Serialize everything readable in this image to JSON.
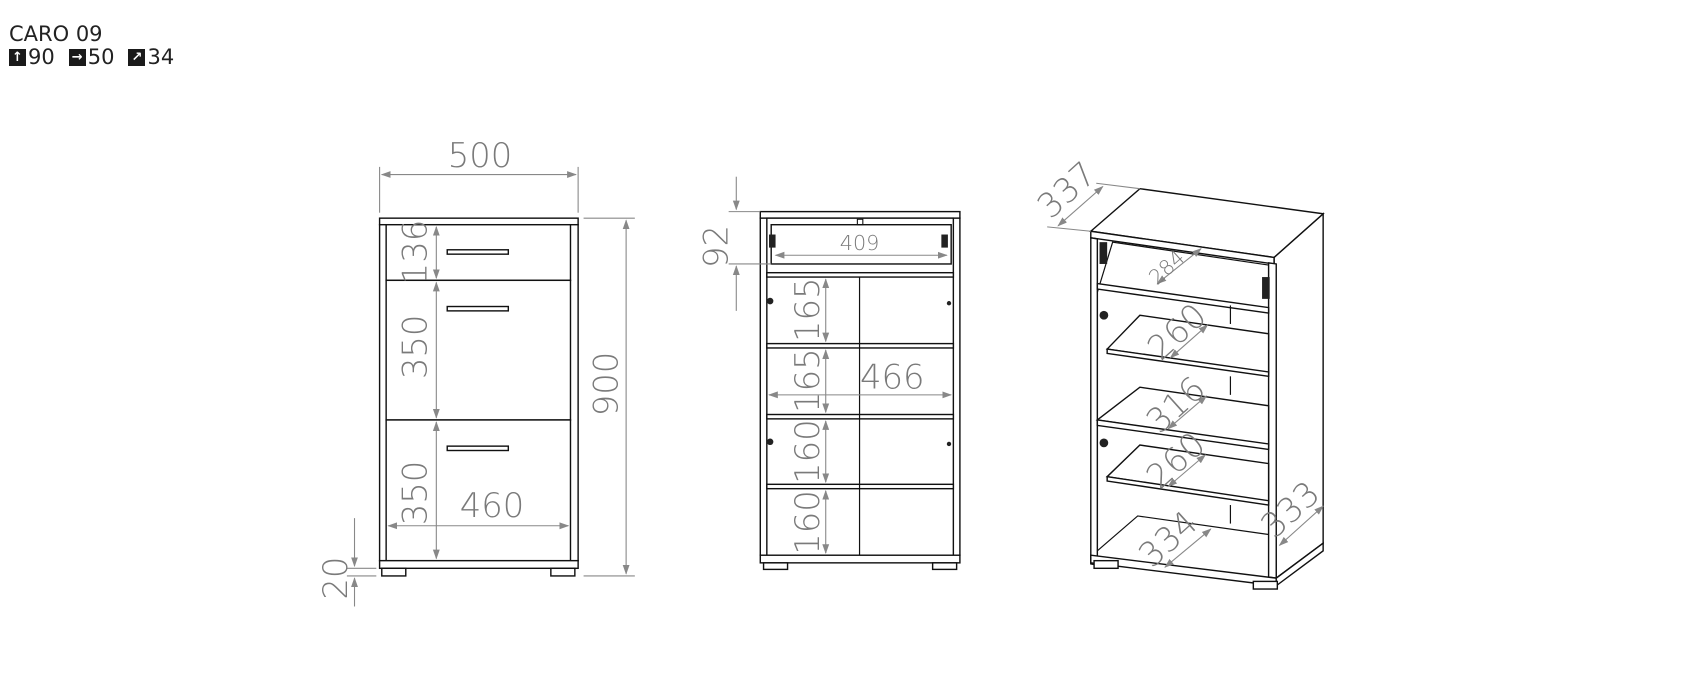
{
  "header": {
    "title": "CARO 09",
    "dimensions": [
      {
        "icon": "arrow-up-icon",
        "glyph": "↑",
        "value": "90"
      },
      {
        "icon": "arrow-right-icon",
        "glyph": "→",
        "value": "50"
      },
      {
        "icon": "arrow-diagonal-icon",
        "glyph": "↗",
        "value": "34"
      }
    ]
  },
  "front_view": {
    "width": "500",
    "height": "900",
    "feet": "20",
    "drawer": "136",
    "door_top": "350",
    "door_bottom": "350",
    "inner_width": "460"
  },
  "open_view": {
    "top_gap": "92",
    "drawer_width": "409",
    "shelf_1": "165",
    "shelf_2": "165",
    "inner_width": "466",
    "shelf_3": "160",
    "shelf_4": "160"
  },
  "iso_view": {
    "top_depth": "337",
    "drawer_depth": "284",
    "shelf_1": "260",
    "shelf_2": "316",
    "shelf_3": "260",
    "bottom_depth": "334",
    "side_depth": "333"
  }
}
